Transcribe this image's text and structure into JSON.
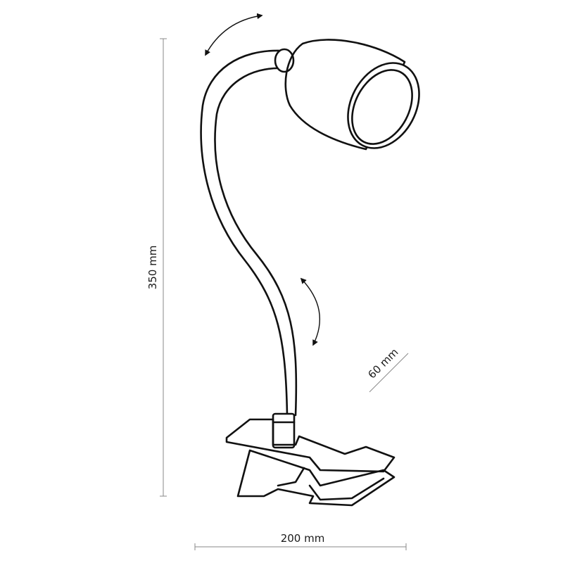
{
  "dimensions": {
    "height_label": "350 mm",
    "width_label": "200 mm",
    "diameter_label": "60 mm"
  },
  "colors": {
    "outline": "#111111",
    "dimension_line": "#8a8a8a",
    "background": "#ffffff"
  }
}
